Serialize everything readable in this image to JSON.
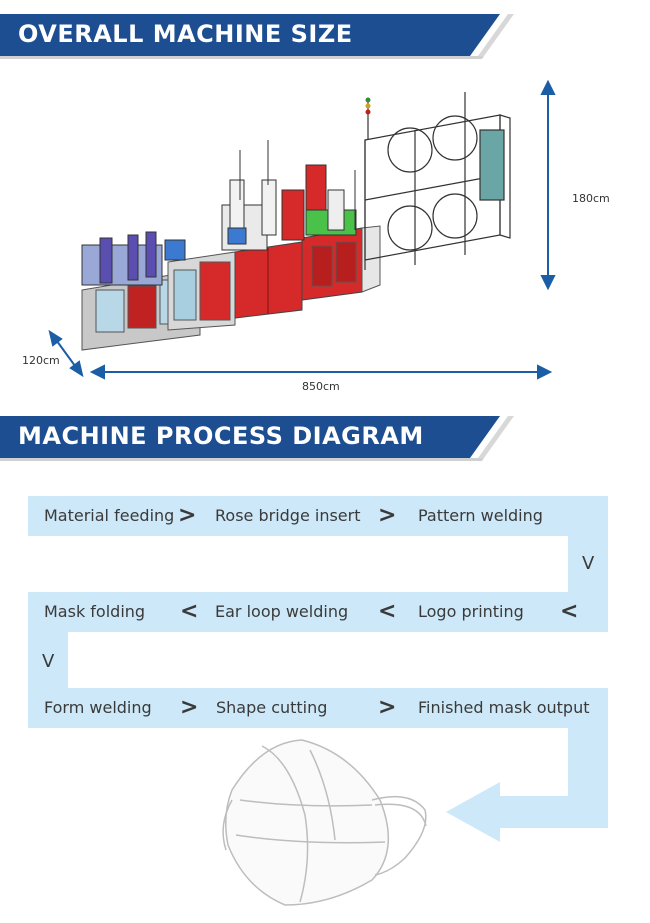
{
  "section1": {
    "title": "OVERALL MACHINE SIZE"
  },
  "dimensions": {
    "height": "180cm",
    "depth": "120cm",
    "length": "850cm"
  },
  "section2": {
    "title": "MACHINE PROCESS DIAGRAM"
  },
  "process": {
    "row1": [
      "Material feeding",
      "Rose bridge insert",
      "Pattern welding"
    ],
    "row2": [
      "Mask folding",
      "Ear loop welding",
      "Logo printing"
    ],
    "row3": [
      "Form welding",
      "Shape cutting",
      "Finished mask output"
    ],
    "right_arrow": ">",
    "left_arrow": "<",
    "down_arrow": "V"
  },
  "colors": {
    "banner_blue": "#1d4e91",
    "flow_blue": "#cde8f8",
    "arrow_blue": "#1b5ea5",
    "machine_red": "#d62a2a"
  },
  "icons": [
    "machine-illustration",
    "mask-illustration"
  ]
}
